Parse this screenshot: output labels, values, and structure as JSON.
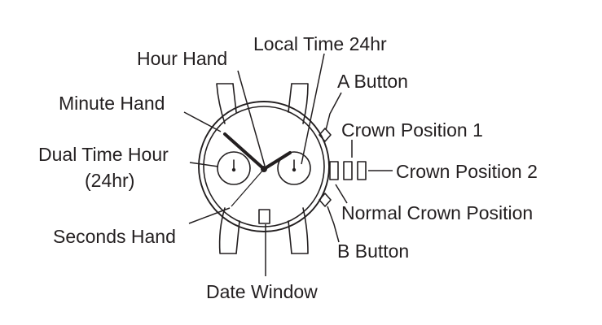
{
  "labels": {
    "local_time_24hr": "Local Time 24hr",
    "hour_hand": "Hour Hand",
    "a_button": "A Button",
    "minute_hand": "Minute Hand",
    "crown_position_1": "Crown Position 1",
    "dual_time_hour_line1": "Dual Time Hour",
    "dual_time_hour_line2": "(24hr)",
    "crown_position_2": "Crown Position 2",
    "normal_crown_position": "Normal Crown Position",
    "seconds_hand": "Seconds Hand",
    "b_button": "B Button",
    "date_window": "Date Window"
  },
  "colors": {
    "ink": "#231f20",
    "background": "#ffffff"
  }
}
